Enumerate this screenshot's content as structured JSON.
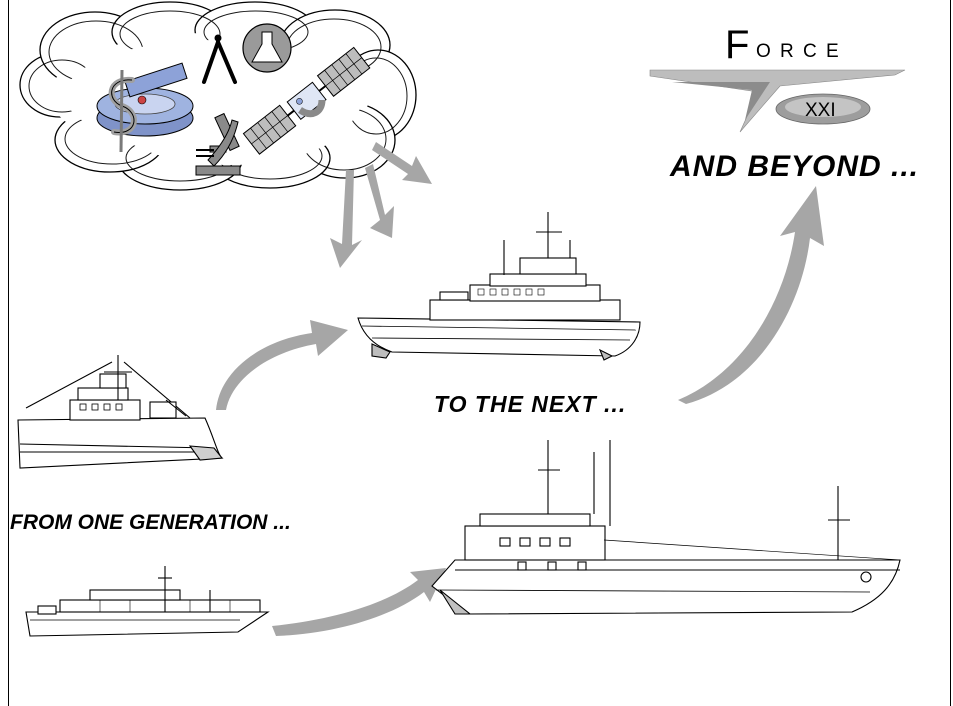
{
  "logo": {
    "big_letter": "F",
    "rest_letters": "O R C E",
    "badge": "XXI"
  },
  "captions": {
    "and_beyond": "AND  BEYOND ...",
    "to_the_next": "TO  THE  NEXT ...",
    "from_one_generation": "FROM  ONE  GENERATION ..."
  },
  "cloud_icons": [
    "dollar-icon",
    "compass-disc-icon",
    "drafting-compass-icon",
    "flask-icon",
    "microscope-icon",
    "satellite-icon"
  ],
  "colors": {
    "arrow_gray": "#a6a6a6",
    "cloud_outline": "#000000",
    "disc_blue": "#9fb3e0",
    "logo_gray": "#bdbdbd"
  }
}
